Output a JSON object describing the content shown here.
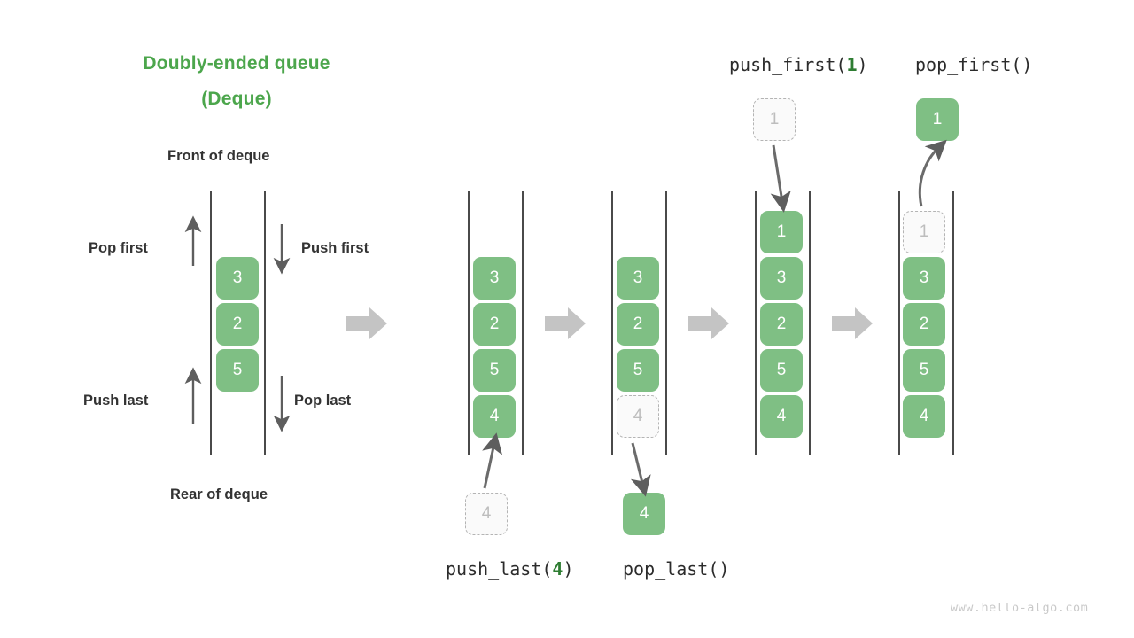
{
  "title": {
    "line1": "Doubly-ended queue",
    "line2": "(Deque)"
  },
  "labels": {
    "front": "Front of deque",
    "rear": "Rear of deque",
    "pop_first": "Pop first",
    "push_first": "Push first",
    "push_last": "Push last",
    "pop_last": "Pop last"
  },
  "operations": {
    "push_last": {
      "name": "push_last(",
      "arg": "4",
      "close": ")"
    },
    "pop_last": {
      "name": "pop_last()",
      "arg": "",
      "close": ""
    },
    "push_first": {
      "name": "push_first(",
      "arg": "1",
      "close": ")"
    },
    "pop_first": {
      "name": "pop_first()",
      "arg": "",
      "close": ""
    }
  },
  "colors": {
    "accent_green": "#4CA64C",
    "cell_green": "#7FBF84",
    "ghost_border": "#B4B4B4",
    "ghost_fill": "#FAFAFA",
    "ghost_text": "#BDBDBD",
    "rail": "#4A4A4A",
    "block_arrow": "#C4C4C4",
    "thin_arrow": "#5E5E5E",
    "text": "#333333",
    "watermark": "#C9C9C9"
  },
  "stacks": [
    {
      "id": "initial",
      "cells": [
        {
          "value": "3",
          "state": "filled"
        },
        {
          "value": "2",
          "state": "filled"
        },
        {
          "value": "5",
          "state": "filled"
        }
      ]
    },
    {
      "id": "after-push-last",
      "cells": [
        {
          "value": "3",
          "state": "filled"
        },
        {
          "value": "2",
          "state": "filled"
        },
        {
          "value": "5",
          "state": "filled"
        },
        {
          "value": "4",
          "state": "filled"
        }
      ]
    },
    {
      "id": "before-pop-last",
      "cells": [
        {
          "value": "3",
          "state": "filled"
        },
        {
          "value": "2",
          "state": "filled"
        },
        {
          "value": "5",
          "state": "filled"
        },
        {
          "value": "4",
          "state": "ghost"
        }
      ]
    },
    {
      "id": "after-push-first",
      "cells": [
        {
          "value": "1",
          "state": "filled"
        },
        {
          "value": "3",
          "state": "filled"
        },
        {
          "value": "2",
          "state": "filled"
        },
        {
          "value": "5",
          "state": "filled"
        },
        {
          "value": "4",
          "state": "filled"
        }
      ]
    },
    {
      "id": "before-pop-first",
      "cells": [
        {
          "value": "1",
          "state": "ghost"
        },
        {
          "value": "3",
          "state": "filled"
        },
        {
          "value": "2",
          "state": "filled"
        },
        {
          "value": "5",
          "state": "filled"
        },
        {
          "value": "4",
          "state": "filled"
        }
      ]
    }
  ],
  "floating_cells": {
    "push_last_source": {
      "value": "4",
      "state": "ghost"
    },
    "pop_last_result": {
      "value": "4",
      "state": "filled"
    },
    "push_first_source": {
      "value": "1",
      "state": "ghost"
    },
    "pop_first_result": {
      "value": "1",
      "state": "filled"
    }
  },
  "watermark": "www.hello-algo.com"
}
